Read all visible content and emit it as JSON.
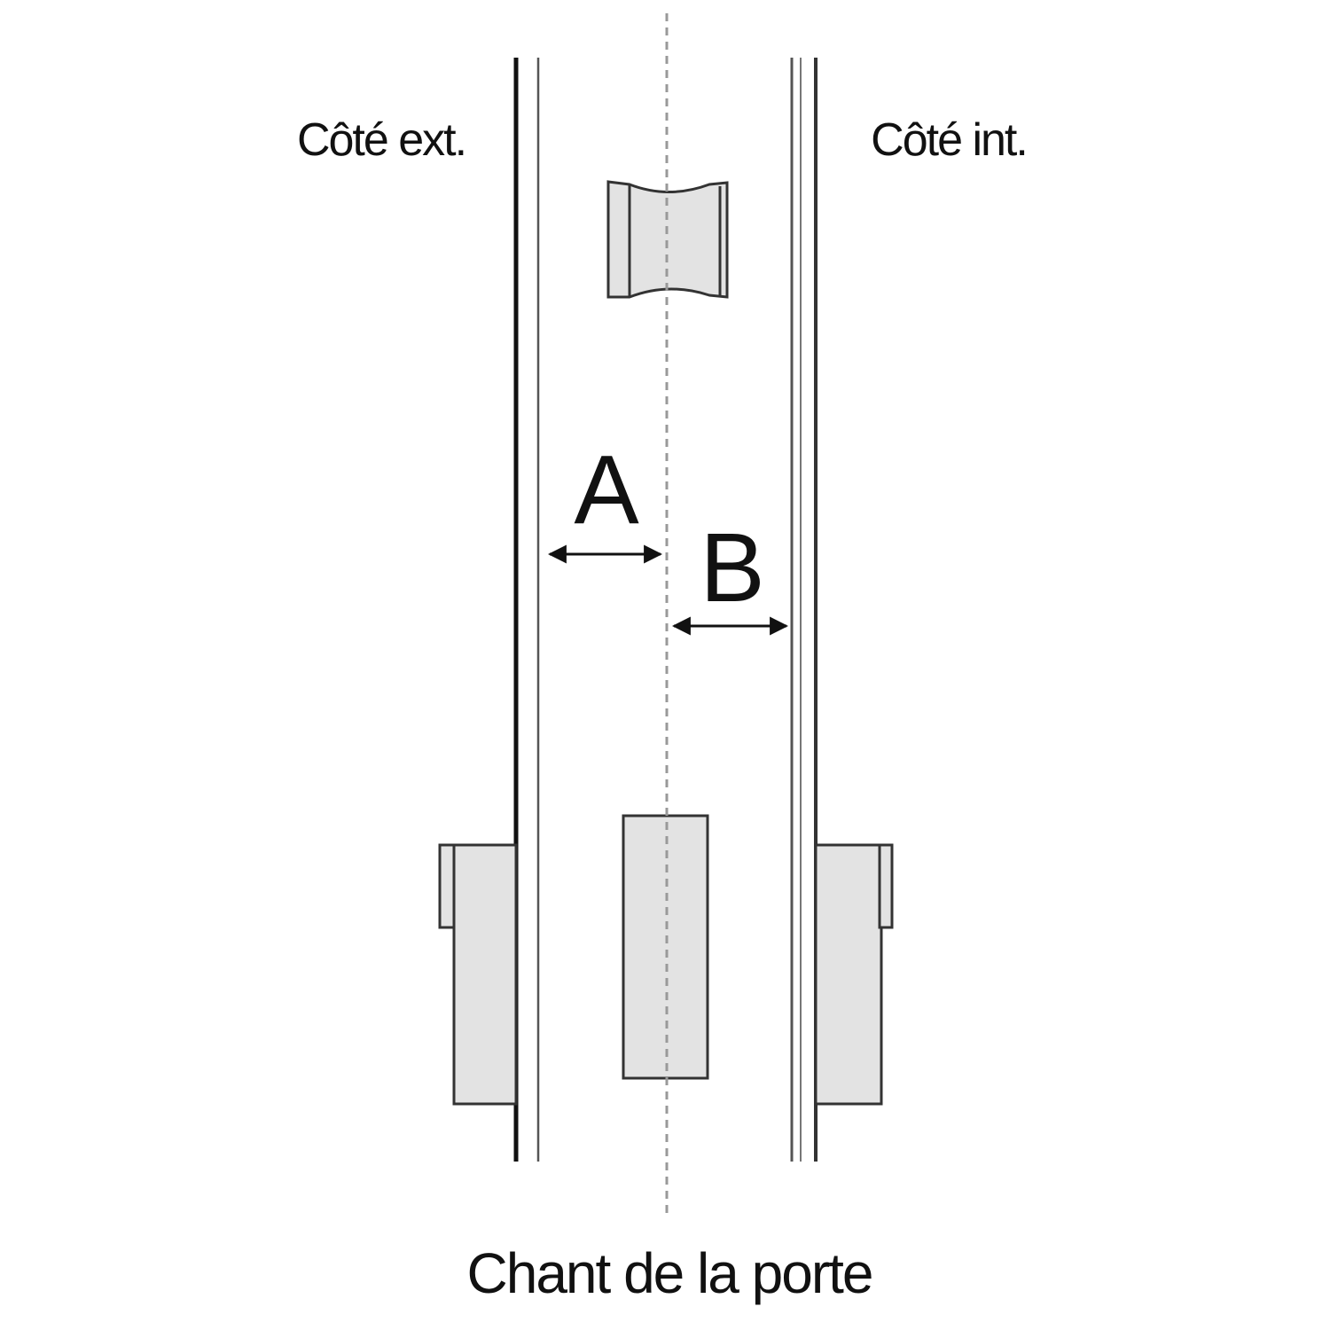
{
  "labels": {
    "exterior_side": "Côté ext.",
    "interior_side": "Côté int.",
    "door_edge": "Chant de la porte"
  },
  "dimensions": {
    "a": "A",
    "b": "B"
  },
  "colors": {
    "line": "#111111",
    "thin_line": "#555555",
    "part_fill": "#e3e3e3",
    "part_stroke": "#333333",
    "centerline": "#999999",
    "background": "#ffffff"
  }
}
